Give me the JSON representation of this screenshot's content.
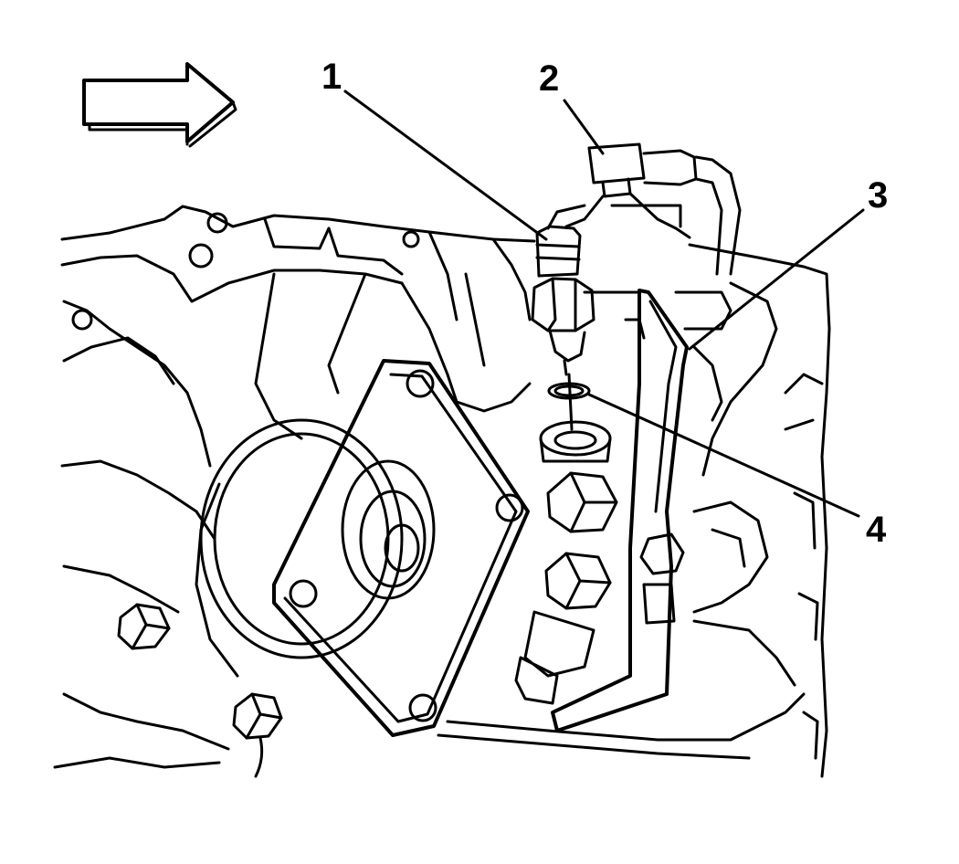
{
  "diagram": {
    "callouts": [
      {
        "id": "1",
        "label": "1"
      },
      {
        "id": "2",
        "label": "2"
      },
      {
        "id": "3",
        "label": "3"
      },
      {
        "id": "4",
        "label": "4"
      }
    ],
    "direction_arrow": "direction-arrow-icon",
    "colors": {
      "ink": "#000000",
      "paper": "#ffffff"
    }
  }
}
